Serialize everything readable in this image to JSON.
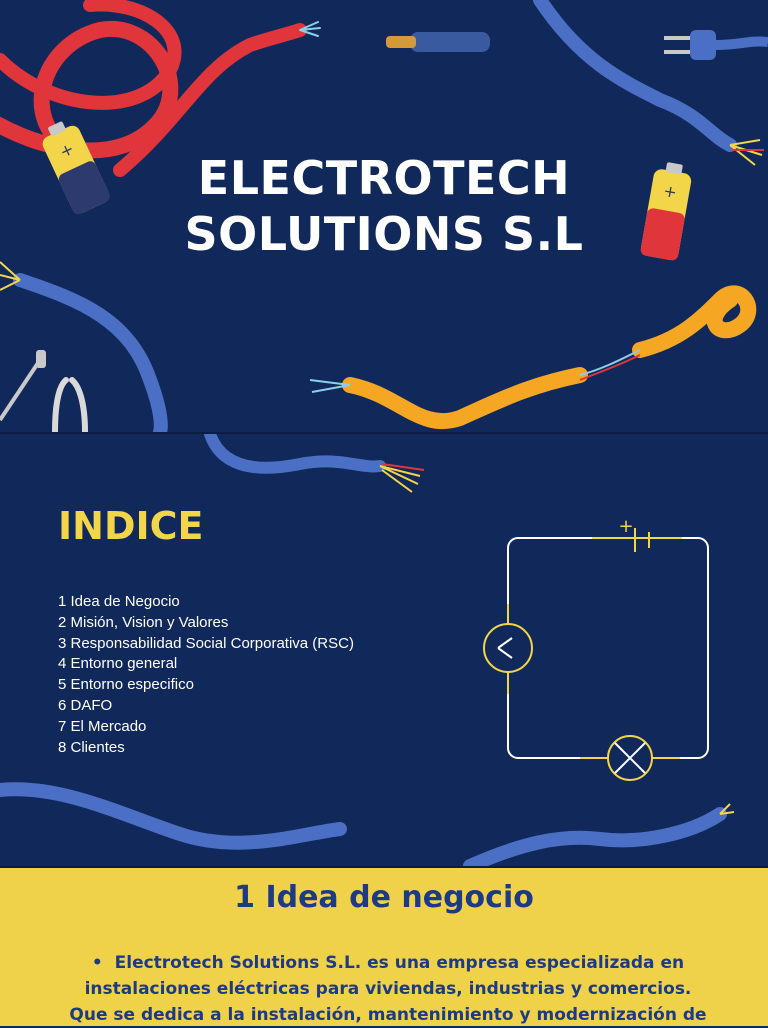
{
  "cover": {
    "title_line1": "ELECTROTECH",
    "title_line2": "SOLUTIONS S.L"
  },
  "index": {
    "heading": "INDICE",
    "items": [
      "1 Idea de Negocio",
      "2 Misión, Vision y Valores",
      "3 Responsabilidad Social Corporativa (RSC)",
      "4 Entorno general",
      "5 Entorno especifico",
      "6 DAFO",
      "7 El Mercado",
      "8 Clientes"
    ]
  },
  "section1": {
    "heading": "1 Idea de negocio",
    "bullet": "•",
    "text": "Electrotech Solutions S.L. es una empresa especializada en instalaciones eléctricas para viviendas, industrias y comercios. Que se dedica a la instalación, mantenimiento y modernización de"
  },
  "colors": {
    "background": "#10295a",
    "accent_yellow": "#f3d54a",
    "cable_blue": "#4a6fc4",
    "cable_red": "#e0353b",
    "cable_orange": "#f5a623",
    "text_dark_blue": "#1d3b85"
  },
  "icons": [
    "battery-icon",
    "plug-icon",
    "pliers-icon",
    "screwdriver-icon",
    "circuit-diagram-icon",
    "voltmeter-icon",
    "lamp-icon"
  ]
}
